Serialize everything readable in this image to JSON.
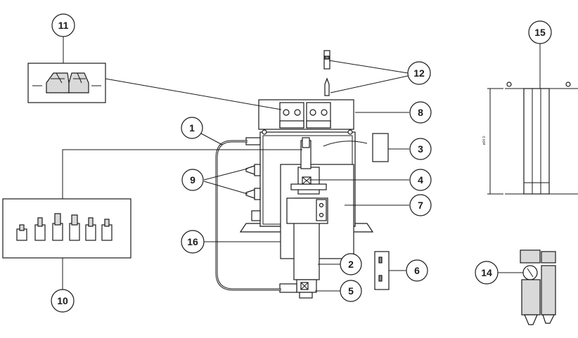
{
  "callouts": {
    "c1": "1",
    "c2": "2",
    "c3": "3",
    "c4": "4",
    "c5": "5",
    "c6": "6",
    "c7": "7",
    "c8": "8",
    "c9": "9",
    "c10": "10",
    "c11": "11",
    "c12": "12",
    "c14": "14",
    "c15": "15",
    "c16": "16"
  },
  "stand": {
    "dimension_label": "ø04.0"
  },
  "colors": {
    "line": "#1a1a1a",
    "fill_light": "#d9d9d9",
    "fill_dark": "#8a8a8a"
  }
}
